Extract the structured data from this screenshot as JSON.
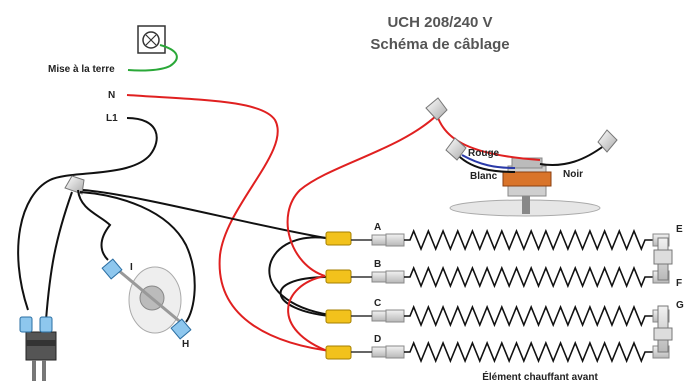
{
  "title": {
    "line1": "UCH 208/240 V",
    "line2": "Schéma de câblage"
  },
  "labels": {
    "ground": "Mise à la terre",
    "neutral": "N",
    "line1": "L1",
    "red_wire": "Rouge",
    "white_wire": "Blanc",
    "black_wire": "Noir",
    "thermostat_terminal_i": "I",
    "thermostat_terminal_h": "H",
    "footer": "Élément chauffant avant"
  },
  "elements": [
    {
      "left": "A",
      "right": "E"
    },
    {
      "left": "B",
      "right": "F"
    },
    {
      "left": "C",
      "right": "G"
    },
    {
      "left": "D",
      "right": ""
    }
  ],
  "colors": {
    "red": "#e02020",
    "black": "#111111",
    "green": "#2aa838",
    "yellow_connector": "#f2c21c",
    "blue_connector": "#6fb3e6",
    "motor": "#d9742a"
  }
}
